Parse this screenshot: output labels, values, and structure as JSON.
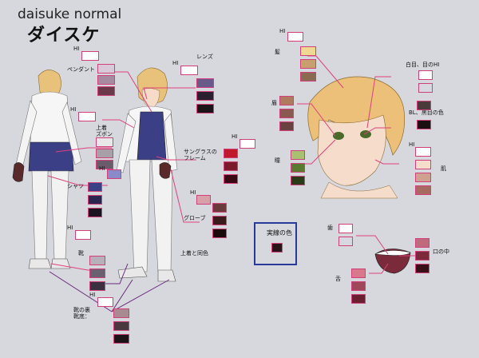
{
  "header": {
    "title_latin": "daisuke   normal",
    "title_kana": "ダイスケ"
  },
  "labels": {
    "hi": "HI",
    "pendant": "ペンダント",
    "lens": "レンズ",
    "hair": "髪",
    "white_eye_hi": "白目、目のHI",
    "eyebrow": "眉",
    "bl_black_eye": "BL、黒目の色",
    "pupil": "瞳",
    "skin": "肌",
    "jacket_pants": "上着\nズボン",
    "sunglasses_frame": "サングラスの\nフレーム",
    "shirt": "シャツ",
    "glove": "グローブ",
    "same_as_jacket": "上着と同色",
    "outline_color": "実線の色",
    "teeth": "歯",
    "mouth_inside": "口の中",
    "tongue": "舌",
    "shoes": "靴",
    "shoe_sole": "靴の裏\n靴底："
  },
  "colors": {
    "accent_line": "#e0407a",
    "box_border": "#2a3a9a",
    "background": "#d7d8de"
  }
}
